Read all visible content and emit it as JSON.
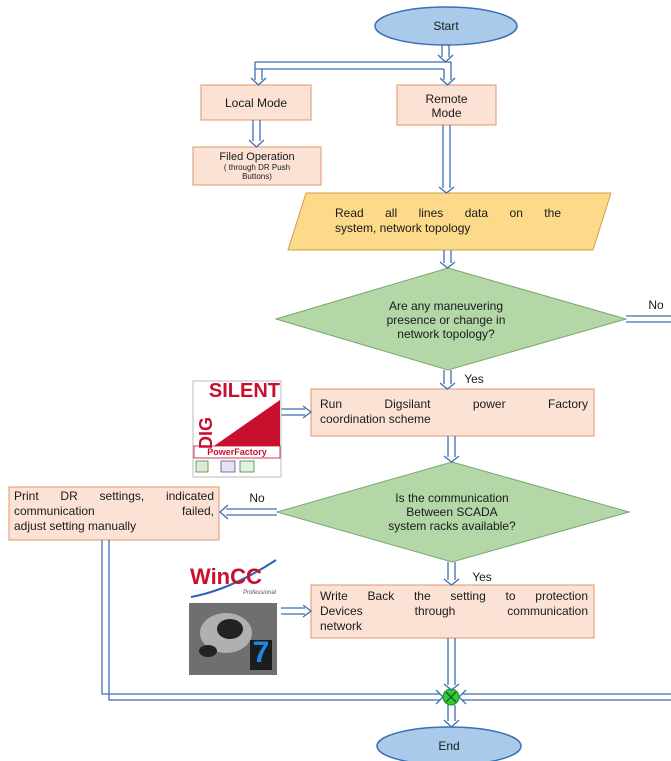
{
  "colors": {
    "terminal_fill": "#a9cbe9",
    "process_fill": "#fbe2d5",
    "process_stroke": "#e0956a",
    "data_fill": "#fdd98a",
    "decision_fill": "#b4d7a8",
    "arrow_stroke": "#3b6fb6",
    "connector_fill": "#33cc33",
    "digsilent_red": "#c8102e",
    "wincc_blue": "#2a62b8"
  },
  "nodes": {
    "start": "Start",
    "local_mode": "Local Mode",
    "remote_mode_line1": "Remote",
    "remote_mode_line2": "Mode",
    "field_op_line1": "Filed Operation",
    "field_op_line2": "( through DR Push",
    "field_op_line3": "Buttons)",
    "read_data_line1": "Read all lines data on the",
    "read_data_line2": "system, network topology",
    "decision1_line1": "Are any maneuvering",
    "decision1_line2": "presence or change in",
    "decision1_line3": "network topology?",
    "run_line1": "Run Digsilant power Factory",
    "run_line2": "coordination scheme",
    "decision2_line1": "Is the communication",
    "decision2_line2": "Between SCADA",
    "decision2_line3": "system racks available?",
    "print_line1": "Print DR settings, indicated",
    "print_line2": "communication failed,",
    "print_line3": "adjust setting manually",
    "write_line1": "Write Back the setting to protection",
    "write_line2": "Devices through communication",
    "write_line3": "network",
    "end": "End"
  },
  "edge_labels": {
    "d1_yes": "Yes",
    "d1_no": "No",
    "d2_yes": "Yes",
    "d2_no": "No"
  },
  "logos": {
    "digsilent_top": "SILENT",
    "digsilent_side": "DIG",
    "digsilent_brand": "PowerFactory",
    "wincc_name": "WinCC",
    "wincc_edition": "Professional",
    "wincc_badge": "7"
  }
}
